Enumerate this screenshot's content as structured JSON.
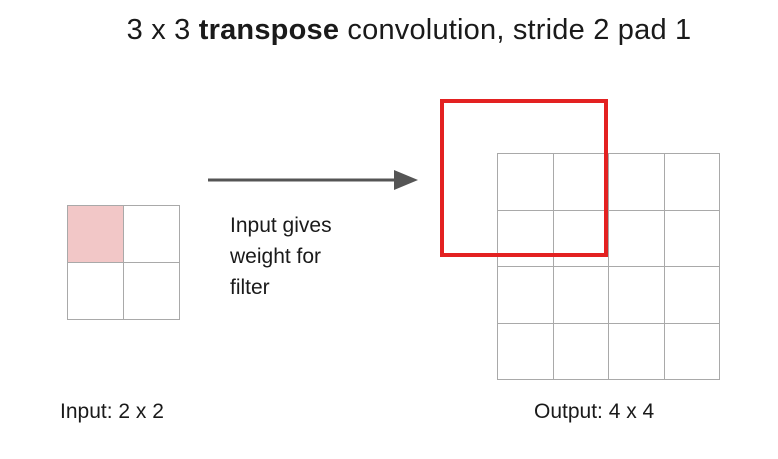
{
  "title": {
    "prefix": "3 x 3 ",
    "bold": "transpose",
    "suffix": " convolution, stride 2 pad 1"
  },
  "input_grid": {
    "rows": 2,
    "cols": 2,
    "shaded_cell": [
      0,
      0
    ]
  },
  "output_grid": {
    "rows": 4,
    "cols": 4
  },
  "arrow_text": [
    "Input gives",
    "weight for",
    "filter"
  ],
  "input_label": "Input: 2 x 2",
  "output_label": "Output: 4 x 4",
  "colors": {
    "highlight_fill": "#f2c7c7",
    "filter_border": "#e32121",
    "grid_line": "#a9a9a9",
    "arrow": "#555555"
  }
}
